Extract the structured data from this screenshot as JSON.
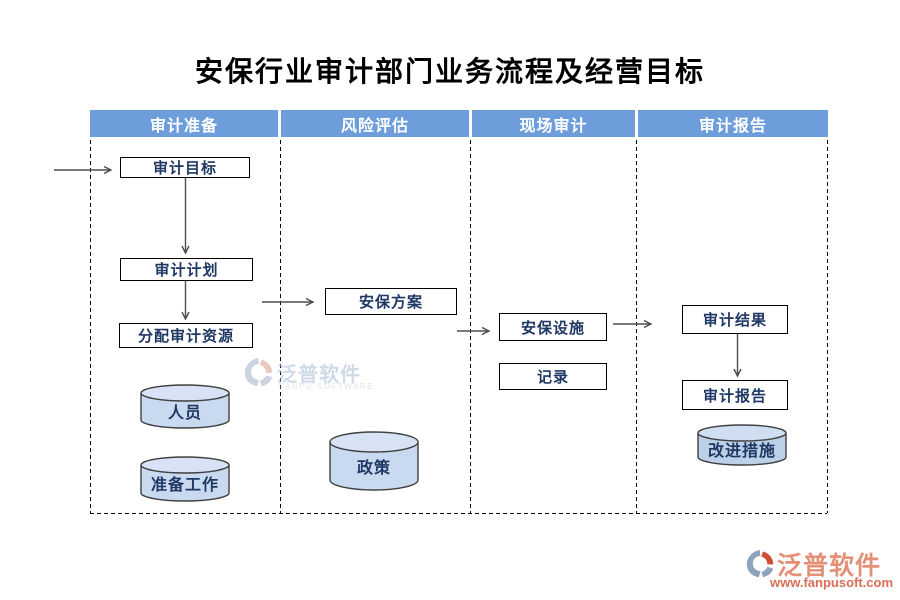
{
  "title": "安保行业审计部门业务流程及经营目标",
  "lanes": [
    {
      "header": "审计准备",
      "boxes": [
        "审计目标",
        "审计计划",
        "分配审计资源"
      ],
      "cylinders": [
        "人员",
        "准备工作"
      ]
    },
    {
      "header": "风险评估",
      "boxes": [
        "安保方案"
      ],
      "cylinders": [
        "政策"
      ]
    },
    {
      "header": "现场审计",
      "boxes": [
        "安保设施",
        "记录"
      ],
      "cylinders": []
    },
    {
      "header": "审计报告",
      "boxes": [
        "审计结果",
        "审计报告"
      ],
      "cylinders": [
        "改进措施"
      ]
    }
  ],
  "watermark_center": {
    "brand": "泛普软件",
    "subtitle": "FANPU SOFTWARE"
  },
  "watermark_footer": {
    "brand": "泛普软件",
    "url": "www.fanpusoft.com"
  },
  "colors": {
    "lane_header_bg": "#6D9EDB",
    "lane_header_text": "#FFFFFF",
    "node_border": "#000000",
    "node_text": "#1F3864",
    "cylinder_fill": "#C9D9F0",
    "cylinder_fill_alt": "#BCD0E8",
    "arrow": "#4D4D4D",
    "watermark_salmon": "#E08468",
    "watermark_red": "#D3543A",
    "watermark_blue": "#A9BDD6"
  }
}
